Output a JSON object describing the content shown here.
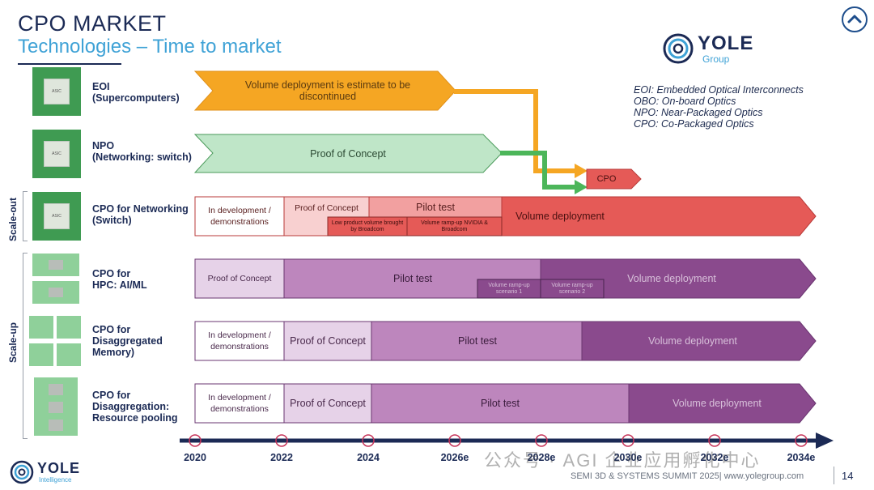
{
  "header": {
    "title": "CPO MARKET",
    "subtitle": "Technologies – Time to market"
  },
  "logo_top": {
    "main": "YOLE",
    "sub": "Group"
  },
  "legend": [
    "EOI: Embedded Optical Interconnects",
    "OBO: On-board Optics",
    "NPO: Near-Packaged Optics",
    "CPO: Co-Packaged Optics"
  ],
  "side_labels": {
    "scale_out": "Scale-out",
    "scale_up": "Scale-up"
  },
  "rows": [
    {
      "label_line1": "EOI",
      "label_line2": "(Supercomputers)",
      "label_line3": ""
    },
    {
      "label_line1": "NPO",
      "label_line2": "(Networking: switch)",
      "label_line3": ""
    },
    {
      "label_line1": "CPO for Networking",
      "label_line2": "(Switch)",
      "label_line3": ""
    },
    {
      "label_line1": "CPO for",
      "label_line2": "HPC: AI/ML",
      "label_line3": ""
    },
    {
      "label_line1": "CPO for",
      "label_line2": "Disaggregated",
      "label_line3": "Memory)"
    },
    {
      "label_line1": "CPO for",
      "label_line2": "Disaggregation:",
      "label_line3": "Resource pooling"
    }
  ],
  "thumb_chip_text": "ASIC",
  "segments": {
    "eoi": "Volume deployment is estimate to be discontinued",
    "npo": "Proof of Concept",
    "cpo_target": "CPO",
    "net_dev": "In development / demonstrations",
    "net_poc": "Proof of Concept",
    "net_pilot": "Pilot test",
    "net_sub1": "Low product volume brought by Broadcom",
    "net_sub2": "Volume ramp-up NVIDIA & Broadcom",
    "net_volume": "Volume deployment",
    "hpc_poc": "Proof of Concept",
    "hpc_pilot": "Pilot test",
    "hpc_sub1": "Volume ramp-up scenario 1",
    "hpc_sub2": "Volume ramp-up scenario 2",
    "hpc_volume": "Volume deployment",
    "mem_dev": "In development / demonstrations",
    "mem_poc": "Proof of Concept",
    "mem_pilot": "Pilot test",
    "mem_volume": "Volume deployment",
    "pool_dev": "In development / demonstrations",
    "pool_poc": "Proof of Concept",
    "pool_pilot": "Pilot test",
    "pool_volume": "Volume deployment"
  },
  "timeline": {
    "years": [
      "2020",
      "2022",
      "2024",
      "2026e",
      "2028e",
      "2030e",
      "2032e",
      "2034e"
    ]
  },
  "colors": {
    "eoi": "#f5a623",
    "npo": "#bfe6c8",
    "net_light": "#f8d0d0",
    "net_mid": "#f2a0a0",
    "net_dark": "#e55a57",
    "purple_light": "#e6d2e8",
    "purple_mid": "#bd86bd",
    "purple_dark": "#8a4a8d",
    "axis": "#1b2a55",
    "year_marker": "#c7355a"
  },
  "footer": {
    "text": "SEMI 3D & SYSTEMS SUMMIT 2025| www.yolegroup.com",
    "page": "14"
  },
  "logo_bottom": {
    "main": "YOLE",
    "sub": "Intelligence"
  },
  "watermark": "公众号 · AGI 企业应用孵化中心"
}
